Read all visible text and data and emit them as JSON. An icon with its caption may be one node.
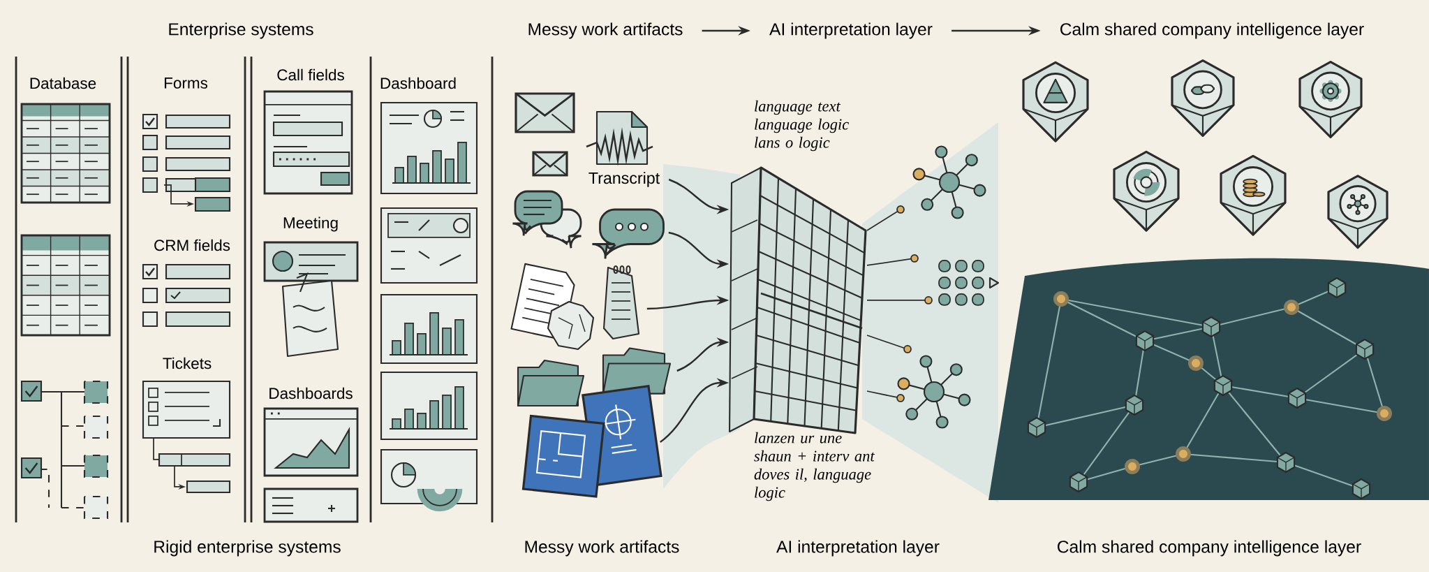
{
  "diagram": {
    "nodes": [
      {
        "text": [
          "Messy work artifacts"
        ]
      },
      {
        "text": [
          "AI interpretation layer"
        ]
      },
      {
        "text": [
          "Calm shared company intelligence layer"
        ]
      },
      {
        "text": [
          "Transcript"
        ]
      },
      {
        "text": [],
        "shape": "picture"
      },
      {
        "text": [],
        "shape": "picture"
      },
      {
        "text": [],
        "shape": "picture"
      },
      {
        "text": [],
        "shape": "picture"
      },
      {
        "text": [],
        "shape": "picture"
      }
    ],
    "edges": [
      {
        "from": 0,
        "to": 1,
        "arrow": "to"
      },
      {
        "from": 1,
        "to": 2,
        "arrow": "to"
      },
      {
        "from": 3,
        "to": 8,
        "arrow": "to"
      },
      {
        "from": 4,
        "to": 8,
        "arrow": "to"
      },
      {
        "from": 5,
        "to": 8,
        "arrow": "to"
      },
      {
        "from": 6,
        "to": 8,
        "arrow": "to"
      },
      {
        "from": 7,
        "to": 8,
        "arrow": "to"
      }
    ],
    "labels": [
      "Enterprise systems",
      "Database",
      "Forms",
      "CRM fields",
      "Tickets",
      "Call fields",
      "Meeting",
      "Dashboards",
      "Dashboard",
      "language text language logic lans o logic",
      "lanzen ur une shaun + interv ant doves il, language logic",
      "Rigid enterprise systems",
      "Messy work artifacts",
      "AI interpretation layer",
      "Calm shared company intelligence layer"
    ]
  }
}
